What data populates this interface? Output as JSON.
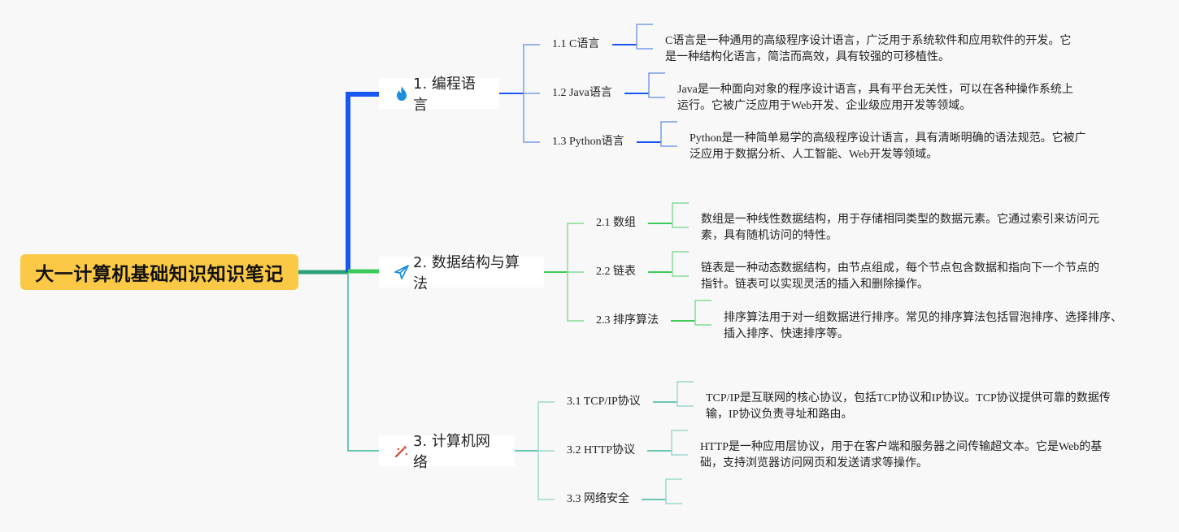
{
  "root": {
    "title": "大一计算机基础知识知识笔记",
    "color": "#fcc946"
  },
  "topics": [
    {
      "label": "1. 编程语言",
      "icon": "flame-icon",
      "color": "#1a56f0",
      "subtopics": [
        {
          "label": "1.1 C语言",
          "note": [
            "C语言是一种通用的高级程序设计语言，广泛用于系统软件和应用软件的开发。它",
            "是一种结构化语言，简洁而高效，具有较强的可移植性。"
          ]
        },
        {
          "label": "1.2 Java语言",
          "note": [
            "Java是一种面向对象的程序设计语言，具有平台无关性，可以在各种操作系统上",
            "运行。它被广泛应用于Web开发、企业级应用开发等领域。"
          ]
        },
        {
          "label": "1.3 Python语言",
          "note": [
            "Python是一种简单易学的高级程序设计语言，具有清晰明确的语法规范。它被广",
            "泛应用于数据分析、人工智能、Web开发等领域。"
          ]
        }
      ]
    },
    {
      "label": "2. 数据结构与算法",
      "icon": "paper-plane-icon",
      "color": "#3ecb5a",
      "subtopics": [
        {
          "label": "2.1 数组",
          "note": [
            "数组是一种线性数据结构，用于存储相同类型的数据元素。它通过索引来访问元",
            "素，具有随机访问的特性。"
          ]
        },
        {
          "label": "2.2 链表",
          "note": [
            "链表是一种动态数据结构，由节点组成，每个节点包含数据和指向下一个节点的",
            "指针。链表可以实现灵活的插入和删除操作。"
          ]
        },
        {
          "label": "2.3 排序算法",
          "note": [
            "排序算法用于对一组数据进行排序。常见的排序算法包括冒泡排序、选择排序、",
            "插入排序、快速排序等。"
          ]
        }
      ]
    },
    {
      "label": "3. 计算机网络",
      "icon": "magic-wand-icon",
      "color": "#6cc7b5",
      "subtopics": [
        {
          "label": "3.1 TCP/IP协议",
          "note": [
            "TCP/IP是互联网的核心协议，包括TCP协议和IP协议。TCP协议提供可靠的数据传",
            "输，IP协议负责寻址和路由。"
          ]
        },
        {
          "label": "3.2 HTTP协议",
          "note": [
            "HTTP是一种应用层协议，用于在客户端和服务器之间传输超文本。它是Web的基",
            "础，支持浏览器访问网页和发送请求等操作。"
          ]
        },
        {
          "label": "3.3 网络安全",
          "note": [
            "",
            ""
          ]
        }
      ]
    }
  ]
}
